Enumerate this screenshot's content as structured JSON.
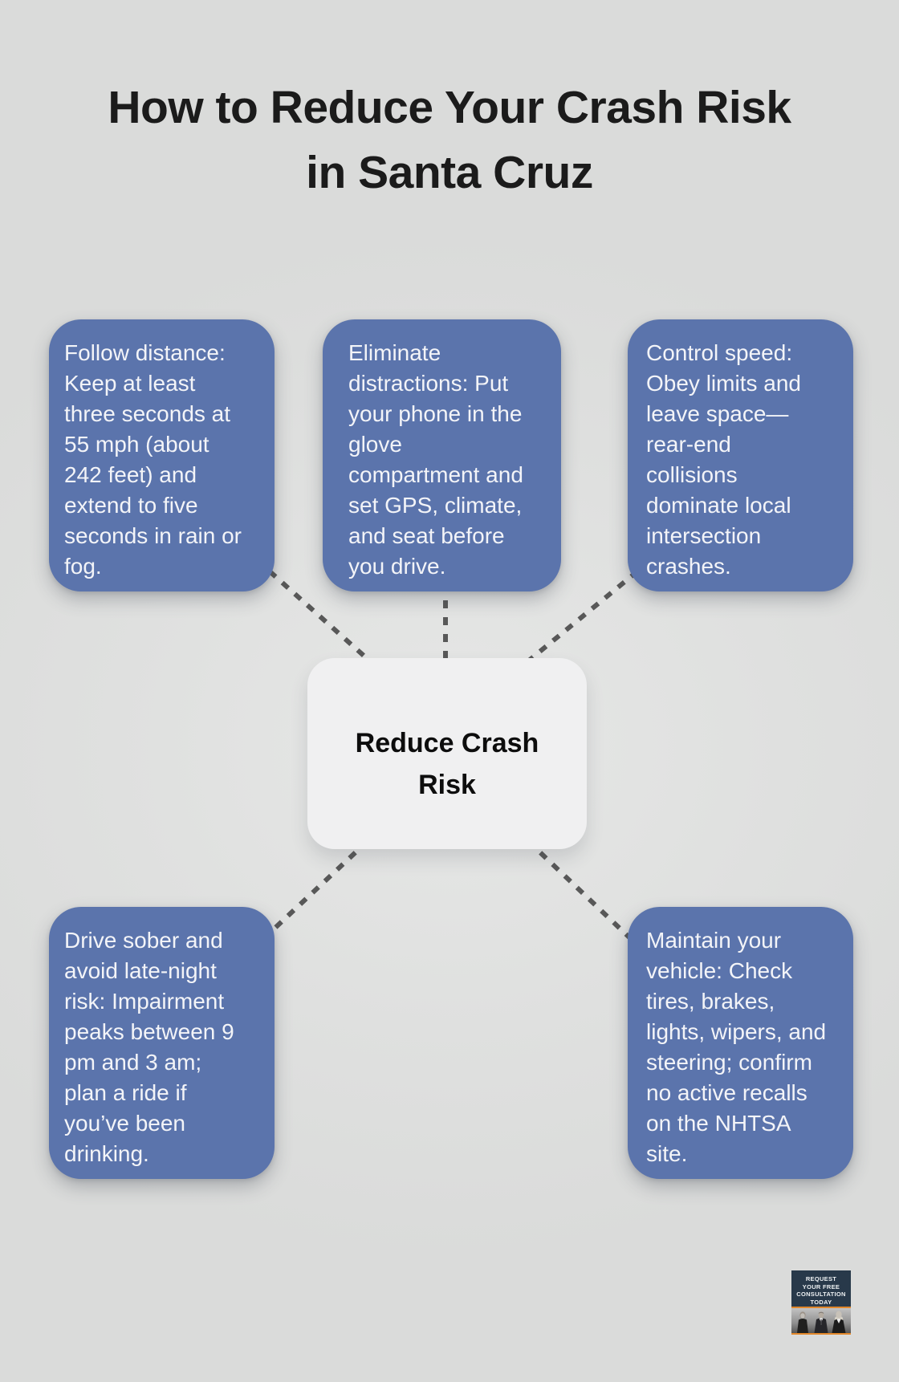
{
  "title": {
    "line1": "How to Reduce Your Crash Risk",
    "line2": "in Santa Cruz"
  },
  "center_node": {
    "label": "Reduce Crash Risk"
  },
  "tips": [
    {
      "id": "follow-distance",
      "text": "Follow distance: Keep at least three seconds at 55 mph (about 242 feet) and extend to five seconds in rain or fog."
    },
    {
      "id": "eliminate-distractions",
      "text": "Eliminate distractions: Put your phone in the glove compartment and set GPS, climate, and seat before you drive."
    },
    {
      "id": "control-speed",
      "text": "Control speed: Obey limits and leave space—rear-end collisions dominate local intersection crashes."
    },
    {
      "id": "drive-sober",
      "text": "Drive sober and avoid late-night risk: Impairment peaks between 9 pm and 3 am; plan a ride if you’ve been drinking."
    },
    {
      "id": "maintain-vehicle",
      "text": "Maintain your vehicle: Check tires, brakes, lights, wipers, and steering; confirm no active recalls on the NHTSA site."
    }
  ],
  "badge": {
    "lines": [
      "REQUEST",
      "YOUR FREE",
      "CONSULTATION",
      "TODAY"
    ]
  },
  "colors": {
    "background": "#dfe0df",
    "tip_box": "#5b74ac",
    "tip_text": "#f3f4f8",
    "center_bg": "#f0f0f1",
    "title_text": "#1b1b1b",
    "connector": "#585858",
    "badge_bg": "#28394a",
    "badge_accent": "#e2882b"
  }
}
